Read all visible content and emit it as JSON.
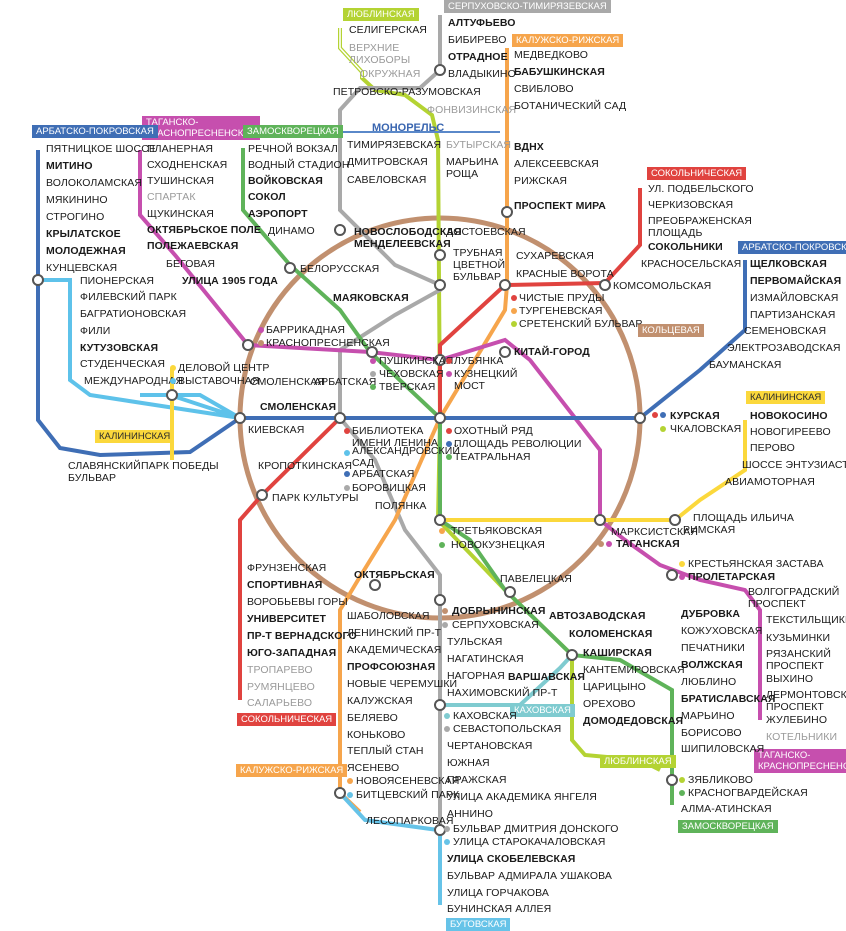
{
  "colors": {
    "ring": "#c1906f",
    "sokolnicheskaya": "#e0433f",
    "zamoskvoretskaya": "#5fb35a",
    "arbatsko_pokrovskaya": "#3f6eb5",
    "filyovskaya": "#5ec2ea",
    "serpukhovsko_timiryazevskaya": "#a9a9a9",
    "kaluzhsko_rizhskaya": "#f6a54c",
    "tagansko_krasnopresnenskaya": "#c64fae",
    "lyublinskaya": "#b4d333",
    "kalininskaya": "#fbd83c",
    "kakhovskaya": "#7fcbd0",
    "butovskaya": "#66c3e8",
    "monorail": "#5a88c9"
  },
  "line_tags": {
    "lyublinskaya_top": "ЛЮБЛИНСКАЯ",
    "serpukhovsko_top": "СЕРПУХОВСКО-ТИМИРЯЗЕВСКАЯ",
    "kaluzhsko_top": "КАЛУЖСКО-РИЖСКАЯ",
    "tagansko_top": "ТАГАНСКО-\nКРАСНОПРЕСНЕНСКАЯ",
    "arbatsko_top": "АРБАТСКО-ПОКРОВСКАЯ",
    "zamoskvoretskaya_top": "ЗАМОСКВОРЕЦКАЯ",
    "sokolnicheskaya_top": "СОКОЛЬНИЧЕСКАЯ",
    "arbatsko_right": "АРБАТСКО-ПОКРОВСКАЯ",
    "koltsevaya": "КОЛЬЦЕВАЯ",
    "kalininskaya_right": "КАЛИНИНСКАЯ",
    "kalininskaya_left": "КАЛИНИНСКАЯ",
    "kakhovskaya": "КАХОВСКАЯ",
    "sokolnicheskaya_bottom": "СОКОЛЬНИЧЕСКАЯ",
    "kaluzhsko_bottom": "КАЛУЖСКО-РИЖСКАЯ",
    "lyublinskaya_bottom": "ЛЮБЛИНСКАЯ",
    "tagansko_bottom": "ТАГАНСКО-\nКРАСНОПРЕСНЕНСКАЯ",
    "zamoskvoretskaya_bottom": "ЗАМОСКВОРЕЦКАЯ",
    "butovskaya": "БУТОВСКАЯ"
  },
  "monorail_label": "МОНОРЕЛЬС",
  "stations": {
    "seligerskaya": "СЕЛИГЕРСКАЯ",
    "verkhnie_likhobory": "ВЕРХНИЕ\nЛИХОБОРЫ",
    "okruzhnaya": "ОКРУЖНАЯ",
    "altufyevo": "АЛТУФЬЕВО",
    "bibirevo": "БИБИРЕВО",
    "otradnoe": "ОТРАДНОЕ",
    "vladykino": "ВЛАДЫКИНО",
    "petrovsko": "ПЕТРОВСКО-РАЗУМОВСКАЯ",
    "fonvizinskaya": "ФОНВИЗИНСКАЯ",
    "butyrskaya": "БУТЫРСКАЯ",
    "maryina_roshcha": "МАРЬИНА\nРОЩА",
    "timiryazevskaya": "ТИМИРЯЗЕВСКАЯ",
    "dmitrovskaya": "ДМИТРОВСКАЯ",
    "savyolovskaya": "САВЕЛОВСКАЯ",
    "medvedkovo": "МЕДВЕДКОВО",
    "babushkinskaya": "БАБУШКИНСКАЯ",
    "sviblovo": "СВИБЛОВО",
    "botanichesky": "БОТАНИЧЕСКИЙ САД",
    "vdnkh": "ВДНХ",
    "alekseevskaya": "АЛЕКСЕЕВСКАЯ",
    "rizhskaya": "РИЖСКАЯ",
    "prospekt_mira": "ПРОСПЕКТ МИРА",
    "pyatnitskoe": "ПЯТНИЦКОЕ ШОССЕ",
    "mitino": "МИТИНО",
    "volokolamskaya": "ВОЛОКОЛАМСКАЯ",
    "myakinino": "МЯКИНИНО",
    "strogino": "СТРОГИНО",
    "krylatskoe": "КРЫЛАТСКОЕ",
    "molodyozhnaya": "МОЛОДЕЖНАЯ",
    "kuntsevskaya": "КУНЦЕВСКАЯ",
    "planernaya": "ПЛАНЕРНАЯ",
    "skhodnenskaya": "СХОДНЕНСКАЯ",
    "tushinskaya": "ТУШИНСКАЯ",
    "spartak": "СПАРТАК",
    "shchukinskaya": "ЩУКИНСКАЯ",
    "oktyabrskoe_pole": "ОКТЯБРЬСКОЕ ПОЛЕ",
    "polezhaevskaya": "ПОЛЕЖАЕВСКАЯ",
    "begovaya": "БЕГОВАЯ",
    "ulitsa_1905": "УЛИЦА 1905 ГОДА",
    "rechnoy": "РЕЧНОЙ ВОКЗАЛ",
    "vodny": "ВОДНЫЙ СТАДИОН",
    "voykovskaya": "ВОЙКОВСКАЯ",
    "sokol": "СОКОЛ",
    "aeroport": "АЭРОПОРТ",
    "dinamo": "ДИНАМО",
    "belorusskaya": "БЕЛОРУССКАЯ",
    "mayakovskaya": "МАЯКОВСКАЯ",
    "novoslobodskaya": "НОВОСЛОБОДСКАЯ",
    "mendeleevskaya": "МЕНДЕЛЕЕВСКАЯ",
    "dostoevskaya": "ДОСТОЕВСКАЯ",
    "trubnaya": "ТРУБНАЯ",
    "tsvetnoy": "ЦВЕТНОЙ\nБУЛЬВАР",
    "sukharevskaya": "СУХАРЕВСКАЯ",
    "krasnye_vorota": "КРАСНЫЕ ВОРОТА",
    "komsomolskaya": "КОМСОМОЛЬСКАЯ",
    "ul_podbelskogo": "УЛ. ПОДБЕЛЬСКОГО",
    "cherkizovskaya": "ЧЕРКИЗОВСКАЯ",
    "preobrazhenskaya": "ПРЕОБРАЖЕНСКАЯ\nПЛОЩАДЬ",
    "sokolniki": "СОКОЛЬНИКИ",
    "krasnoselskaya": "КРАСНОСЕЛЬСКАЯ",
    "shchyolkovskaya": "ЩЕЛКОВСКАЯ",
    "pervomayskaya": "ПЕРВОМАЙСКАЯ",
    "izmaylovskaya": "ИЗМАЙЛОВСКАЯ",
    "partizanskaya": "ПАРТИЗАНСКАЯ",
    "semyonovskaya": "СЕМЕНОВСКАЯ",
    "elektrozavodskaya": "ЭЛЕКТРОЗАВОДСКАЯ",
    "baumanskaya": "БАУМАНСКАЯ",
    "pionerskaya": "ПИОНЕРСКАЯ",
    "filyovsky_park": "ФИЛЕВСКИЙ ПАРК",
    "bagrationovskaya": "БАГРАТИОНОВСКАЯ",
    "fili": "ФИЛИ",
    "kutuzovskaya": "КУТУЗОВСКАЯ",
    "studencheskaya": "СТУДЕНЧЕСКАЯ",
    "mezhdunarodnaya": "МЕЖДУНАРОДНАЯ",
    "delovoy_tsentr": "ДЕЛОВОЙ ЦЕНТР",
    "vystavochnaya": "ВЫСТАВОЧНАЯ",
    "barrikadnaya": "БАРРИКАДНАЯ",
    "krasnopresnenskaya": "КРАСНОПРЕСНЕНСКАЯ",
    "pushkinskaya": "ПУШКИНСКАЯ",
    "chekhovskaya": "ЧЕХОВСКАЯ",
    "tverskaya": "ТВЕРСКАЯ",
    "lubyanka": "ЛУБЯНКА",
    "kuznetsky_most": "КУЗНЕЦКИЙ\nМОСТ",
    "chistye_prudy": "ЧИСТЫЕ ПРУДЫ",
    "turgenevskaya": "ТУРГЕНЕВСКАЯ",
    "sretensky": "СРЕТЕНСКИЙ БУЛЬВАР",
    "kitay_gorod": "КИТАЙ-ГОРОД",
    "smolenskaya_upper": "СМОЛЕНСКАЯ",
    "arbatskaya_upper": "АРБАТСКАЯ",
    "smolenskaya_main": "СМОЛЕНСКАЯ",
    "kievskaya": "КИЕВСКАЯ",
    "biblioteka": "БИБЛИОТЕКА\nИМЕНИ ЛЕНИНА",
    "aleksandrovsky": "АЛЕКСАНДРОВСКИЙ\nСАД",
    "arbatskaya_lower": "АРБАТСКАЯ",
    "borovitskaya": "БОРОВИЦКАЯ",
    "okhotny_ryad": "ОХОТНЫЙ РЯД",
    "ploshchad_rev": "ПЛОЩАДЬ РЕВОЛЮЦИИ",
    "teatralnaya": "ТЕАТРАЛЬНАЯ",
    "kurskaya": "КУРСКАЯ",
    "chkalovskaya": "ЧКАЛОВСКАЯ",
    "novokosino": "НОВОКОСИНО",
    "novogireevo": "НОВОГИРЕЕВО",
    "perovo": "ПЕРОВО",
    "shosse_entuziastov": "ШОССЕ ЭНТУЗИАСТОВ",
    "aviamotornaya": "АВИАМОТОРНАЯ",
    "slavyansky": "СЛАВЯНСКИЙ\nБУЛЬВАР",
    "park_pobedy": "ПАРК ПОБЕДЫ",
    "kropotkinskaya": "КРОПОТКИНСКАЯ",
    "park_kultury": "ПАРК КУЛЬТУРЫ",
    "polyanka": "ПОЛЯНКА",
    "tretyakovskaya": "ТРЕТЬЯКОВСКАЯ",
    "novokuznetskaya": "НОВОКУЗНЕЦКАЯ",
    "marksistskaya": "МАРКСИСТСКАЯ",
    "taganskaya": "ТАГАНСКАЯ",
    "ploshchad_ilyicha": "ПЛОЩАДЬ ИЛЬИЧА",
    "rimskaya": "РИМСКАЯ",
    "krestyanskaya": "КРЕСТЬЯНСКАЯ ЗАСТАВА",
    "proletarskaya": "ПРОЛЕТАРСКАЯ",
    "volgogradsky": "ВОЛГОГРАДСКИЙ\nПРОСПЕКТ",
    "tekstilshchiki": "ТЕКСТИЛЬЩИКИ",
    "kuzminki": "КУЗЬМИНКИ",
    "ryazansky": "РЯЗАНСКИЙ\nПРОСПЕКТ",
    "vykhino": "ВЫХИНО",
    "lermontovsky": "ЛЕРМОНТОВСКИЙ\nПРОСПЕКТ",
    "zhulebino": "ЖУЛЕБИНО",
    "kotelniki": "КОТЕЛЬНИКИ",
    "oktyabrskaya": "ОКТЯБРЬСКАЯ",
    "paveletskaya": "ПАВЕЛЕЦКАЯ",
    "dobryninskaya": "ДОБРЫНИНСКАЯ",
    "serpukhovskaya": "СЕРПУХОВСКАЯ",
    "avtozavodskaya": "АВТОЗАВОДСКАЯ",
    "kolomenskaya": "КОЛОМЕНСКАЯ",
    "kashirskaya": "КАШИРСКАЯ",
    "kantemirovskaya": "КАНТЕМИРОВСКАЯ",
    "tsaritsyno": "ЦАРИЦЫНО",
    "orekhovo": "ОРЕХОВО",
    "domodedovskaya": "ДОМОДЕДОВСКАЯ",
    "dubrovka": "ДУБРОВКА",
    "kozhukhovskaya": "КОЖУХОВСКАЯ",
    "pechatniki": "ПЕЧАТНИКИ",
    "volzhskaya": "ВОЛЖСКАЯ",
    "lyublino": "ЛЮБЛИНО",
    "bratislavskaya": "БРАТИСЛАВСКАЯ",
    "maryino": "МАРЬИНО",
    "borisovo": "БОРИСОВО",
    "shipilovskaya": "ШИПИЛОВСКАЯ",
    "zyablikovo": "ЗЯБЛИКОВО",
    "krasnogvardeyskaya": "КРАСНОГВАРДЕЙСКАЯ",
    "alma_atinskaya": "АЛМА-АТИНСКАЯ",
    "frunzenskaya": "ФРУНЗЕНСКАЯ",
    "sportivnaya": "СПОРТИВНАЯ",
    "vorobyovy": "ВОРОБЬЕВЫ ГОРЫ",
    "universitet": "УНИВЕРСИТЕТ",
    "vernadskogo": "ПР-Т ВЕРНАДСКОГО",
    "yugo_zapadnaya": "ЮГО-ЗАПАДНАЯ",
    "troparyovo": "ТРОПАРЕВО",
    "rumyantsevo": "РУМЯНЦЕВО",
    "salaryevo": "САЛАРЬЕВО",
    "shabolovskaya": "ШАБОЛОВСКАЯ",
    "leninsky": "ЛЕНИНСКИЙ ПР-Т",
    "akademicheskaya": "АКАДЕМИЧЕСКАЯ",
    "profsoyuznaya": "ПРОФСОЮЗНАЯ",
    "novye_cheryomushki": "НОВЫЕ ЧЕРЕМУШКИ",
    "kaluzhskaya": "КАЛУЖСКАЯ",
    "belyaevo": "БЕЛЯЕВО",
    "konkovo": "КОНЬКОВО",
    "tyoply_stan": "ТЕПЛЫЙ СТАН",
    "yasenevo": "ЯСЕНЕВО",
    "novoyasenevskaya": "НОВОЯСЕНЕВСКАЯ",
    "bittsevsky": "БИТЦЕВСКИЙ ПАРК",
    "lesoparkovaya": "ЛЕСОПАРКОВАЯ",
    "tulskaya": "ТУЛЬСКАЯ",
    "nagatinskaya": "НАГАТИНСКАЯ",
    "nagornaya": "НАГОРНАЯ",
    "nakhimovsky": "НАХИМОВСКИЙ ПР-Т",
    "varshavskaya": "ВАРШАВСКАЯ",
    "kakhovskaya_st": "КАХОВСКАЯ",
    "sevastopolskaya": "СЕВАСТОПОЛЬСКАЯ",
    "chertanovskaya": "ЧЕРТАНОВСКАЯ",
    "yuzhnaya": "ЮЖНАЯ",
    "prazhskaya": "ПРАЖСКАЯ",
    "yangelya": "УЛИЦА АКАДЕМИКА ЯНГЕЛЯ",
    "annino": "АННИНО",
    "bulvar_donskogo": "БУЛЬВАР ДМИТРИЯ ДОНСКОГО",
    "starokachalovskaya": "УЛИЦА СТАРОКАЧАЛОВСКАЯ",
    "skobelevskaya": "УЛИЦА СКОБЕЛЕВСКАЯ",
    "ushakova": "БУЛЬВАР АДМИРАЛА УШАКОВА",
    "gorchakova": "УЛИЦА ГОРЧАКОВА",
    "buninskaya": "БУНИНСКАЯ АЛЛЕЯ"
  }
}
